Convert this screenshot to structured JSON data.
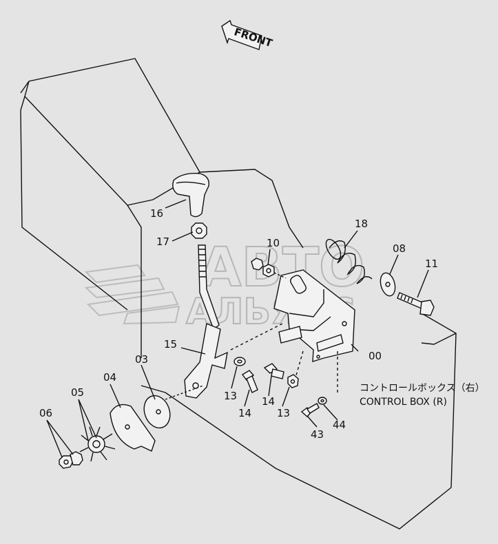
{
  "direction_arrow": "FRONT",
  "caption": {
    "jp": "コントロールボックス（右）",
    "en": "CONTROL BOX (R)"
  },
  "watermark": {
    "line1": "АВТО",
    "line2": "АЛЬЯНС"
  },
  "callouts": {
    "c16": "16",
    "c17": "17",
    "c10": "10",
    "c18": "18",
    "c08": "08",
    "c11": "11",
    "c15": "15",
    "c00": "00",
    "c03": "03",
    "c04": "04",
    "c05": "05",
    "c06": "06",
    "c13a": "13",
    "c14a": "14",
    "c14b": "14",
    "c13b": "13",
    "c43": "43",
    "c44": "44"
  }
}
